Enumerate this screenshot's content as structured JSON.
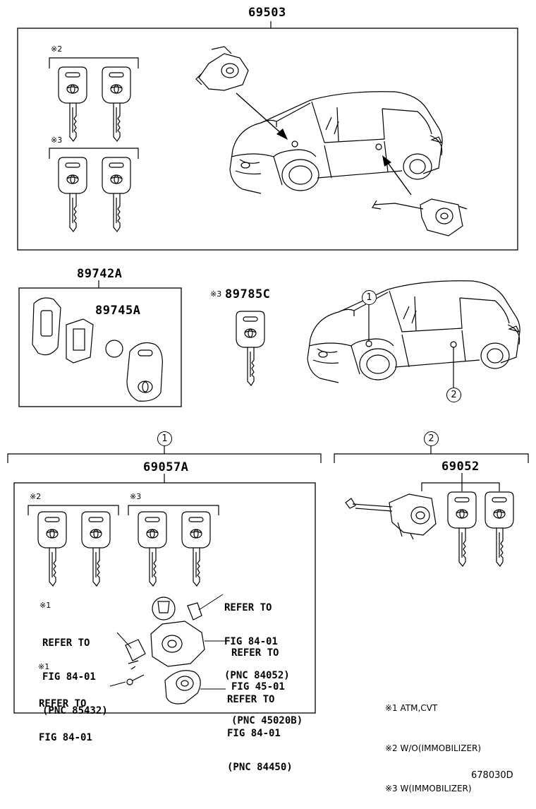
{
  "parts": {
    "p69503": "69503",
    "p89742A": "89742A",
    "p89745A": "89745A",
    "p89785C": "89785C",
    "p69057A": "69057A",
    "p69052": "69052"
  },
  "marks": {
    "m1": "※1",
    "m2": "※2",
    "m3": "※3"
  },
  "callouts": {
    "c1": "1",
    "c2": "2"
  },
  "refs": {
    "ref_84052": [
      "REFER TO",
      "FIG 84-01",
      "(PNC 84052)"
    ],
    "ref_85432": [
      "REFER TO",
      "FIG 84-01",
      "(PNC 85432)"
    ],
    "ref_45020B": [
      "REFER TO",
      "FIG 45-01",
      "(PNC 45020B)"
    ],
    "ref_fig8401": [
      "REFER TO",
      "FIG 84-01"
    ],
    "ref_84450": [
      "REFER TO",
      "FIG 84-01",
      "(PNC 84450)"
    ]
  },
  "legend": [
    "※1 ATM,CVT",
    "※2 W/O(IMMOBILIZER)",
    "※3 W(IMMOBILIZER)"
  ],
  "figure_code": "678030D"
}
